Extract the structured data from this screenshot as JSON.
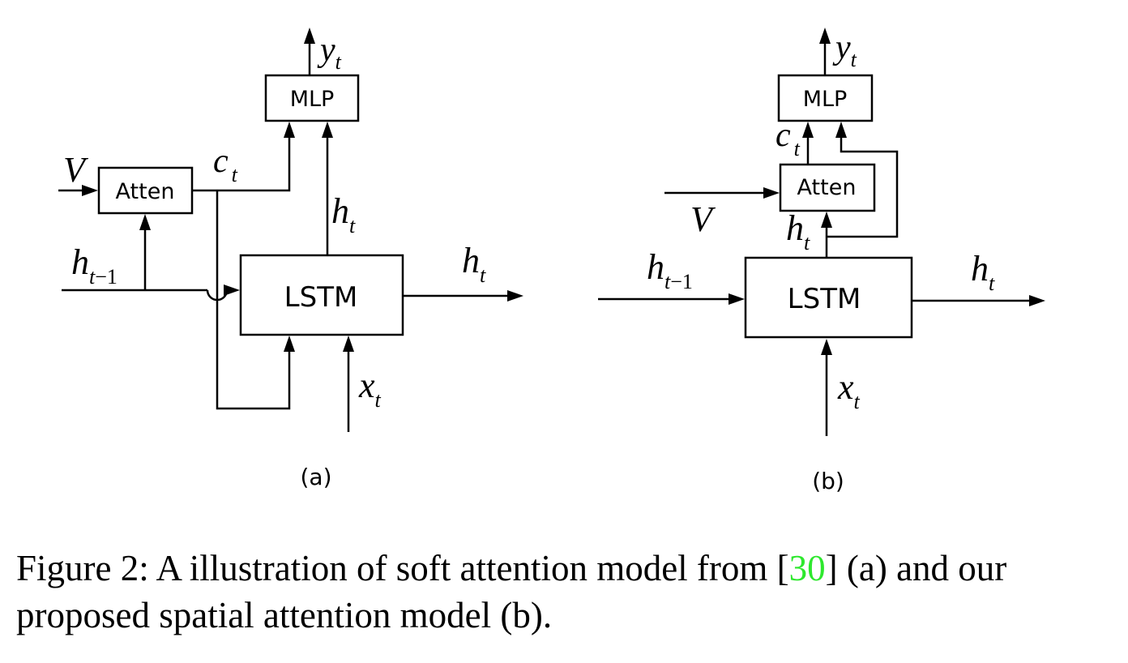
{
  "figure": {
    "panel_a": {
      "label": "(a)",
      "nodes": {
        "mlp": "MLP",
        "atten": "Atten",
        "lstm": "LSTM"
      },
      "symbols": {
        "y": "y",
        "y_sub": "t",
        "V": "V",
        "c": "c",
        "c_sub": "t",
        "h_prev": "h",
        "h_prev_sub": "t",
        "h_prev_sub_op": "−1",
        "h_up": "h",
        "h_up_sub": "t",
        "h_out": "h",
        "h_out_sub": "t",
        "x": "x",
        "x_sub": "t"
      }
    },
    "panel_b": {
      "label": "(b)",
      "nodes": {
        "mlp": "MLP",
        "atten": "Atten",
        "lstm": "LSTM"
      },
      "symbols": {
        "y": "y",
        "y_sub": "t",
        "c": "c",
        "c_sub": "t",
        "V": "V",
        "h_up": "h",
        "h_up_sub": "t",
        "h_prev": "h",
        "h_prev_sub": "t",
        "h_prev_sub_op": "−1",
        "h_out": "h",
        "h_out_sub": "t",
        "x": "x",
        "x_sub": "t"
      }
    }
  },
  "caption": {
    "prefix": "Figure 2: A illustration of soft attention model from [",
    "ref": "30",
    "suffix": "] (a) and our proposed spatial attention model (b).",
    "ref_color": "#2ee82e"
  }
}
